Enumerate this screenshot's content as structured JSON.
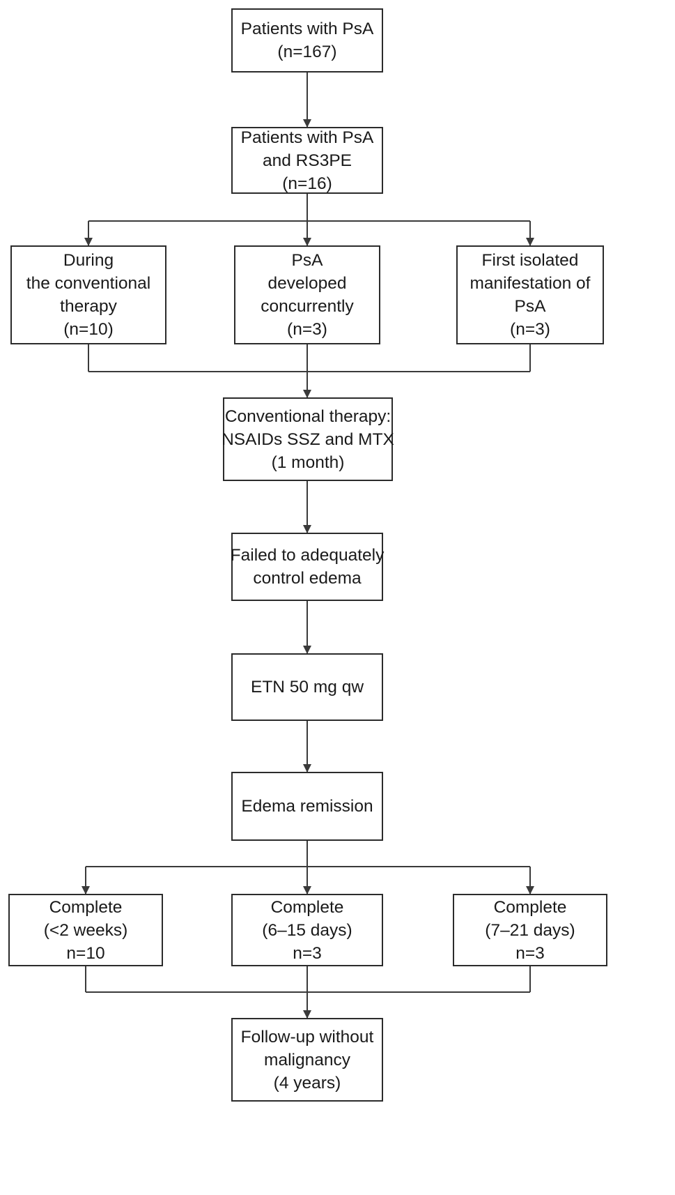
{
  "flowchart": {
    "nodes": {
      "patients_psa": {
        "lines": [
          "Patients with PsA",
          "(n=167)"
        ]
      },
      "patients_psa_rs3pe": {
        "lines": [
          "Patients with PsA",
          "and RS3PE",
          "(n=16)"
        ]
      },
      "during_conventional": {
        "lines": [
          "During",
          "the conventional",
          "therapy",
          "(n=10)"
        ]
      },
      "psa_concurrent": {
        "lines": [
          "PsA",
          "developed",
          "concurrently",
          "(n=3)"
        ]
      },
      "first_isolated": {
        "lines": [
          "First isolated",
          "manifestation of",
          "PsA",
          "(n=3)"
        ]
      },
      "conventional_therapy": {
        "lines": [
          "Conventional therapy:",
          "NSAIDs SSZ and MTX",
          "(1 month)"
        ]
      },
      "failed_control": {
        "lines": [
          "Failed to adequately",
          "control edema"
        ]
      },
      "etn": {
        "lines": [
          "ETN 50 mg qw"
        ]
      },
      "edema_remission": {
        "lines": [
          "Edema remission"
        ]
      },
      "complete_a": {
        "lines": [
          "Complete",
          "(<2 weeks)",
          "n=10"
        ]
      },
      "complete_b": {
        "lines": [
          "Complete",
          "(6–15 days)",
          "n=3"
        ]
      },
      "complete_c": {
        "lines": [
          "Complete",
          "(7–21 days)",
          "n=3"
        ]
      },
      "followup": {
        "lines": [
          "Follow-up without",
          "malignancy",
          "(4 years)"
        ]
      }
    },
    "edges": [
      {
        "from": "patients_psa",
        "to": "patients_psa_rs3pe"
      },
      {
        "from": "patients_psa_rs3pe",
        "to": "during_conventional"
      },
      {
        "from": "patients_psa_rs3pe",
        "to": "psa_concurrent"
      },
      {
        "from": "patients_psa_rs3pe",
        "to": "first_isolated"
      },
      {
        "from": "during_conventional",
        "to": "conventional_therapy"
      },
      {
        "from": "psa_concurrent",
        "to": "conventional_therapy"
      },
      {
        "from": "first_isolated",
        "to": "conventional_therapy"
      },
      {
        "from": "conventional_therapy",
        "to": "failed_control"
      },
      {
        "from": "failed_control",
        "to": "etn"
      },
      {
        "from": "etn",
        "to": "edema_remission"
      },
      {
        "from": "edema_remission",
        "to": "complete_a"
      },
      {
        "from": "edema_remission",
        "to": "complete_b"
      },
      {
        "from": "edema_remission",
        "to": "complete_c"
      },
      {
        "from": "complete_a",
        "to": "followup"
      },
      {
        "from": "complete_b",
        "to": "followup"
      },
      {
        "from": "complete_c",
        "to": "followup"
      }
    ]
  }
}
